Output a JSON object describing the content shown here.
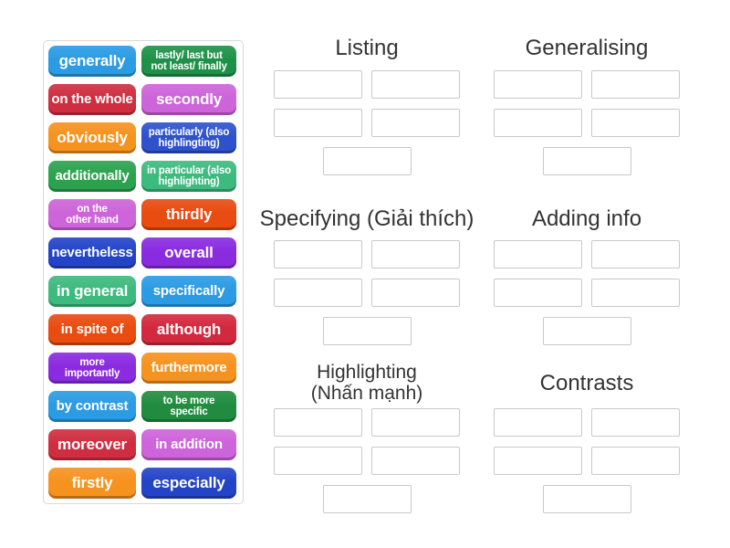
{
  "page": {
    "background": "#ffffff",
    "header_text_color": "#333333",
    "slot_border_color": "#c9c9c9",
    "panel_border_color": "#d8d8d8"
  },
  "tile_panel": {
    "tiles": [
      {
        "label": "generally",
        "color": "#2B9BE3"
      },
      {
        "label": "lastly/ last but\nnot least/ finally",
        "color": "#1E9148"
      },
      {
        "label": "on the whole",
        "color": "#CF2E40"
      },
      {
        "label": "secondly",
        "color": "#CD64D9"
      },
      {
        "label": "obviously",
        "color": "#F6921E"
      },
      {
        "label": "particularly (also\nhighlingting)",
        "color": "#2E52CC"
      },
      {
        "label": "additionally",
        "color": "#2BA24E"
      },
      {
        "label": "in particular (also\nhighlighting)",
        "color": "#3DBA7E"
      },
      {
        "label": "on the\nother hand",
        "color": "#CD64D9"
      },
      {
        "label": "thirdly",
        "color": "#E94B10"
      },
      {
        "label": "nevertheless",
        "color": "#2444C8"
      },
      {
        "label": "overall",
        "color": "#8A2BE0"
      },
      {
        "label": "in general",
        "color": "#3DBA7E"
      },
      {
        "label": "specifically",
        "color": "#2B9BE3"
      },
      {
        "label": "in spite of",
        "color": "#E94B10"
      },
      {
        "label": "although",
        "color": "#D2293E"
      },
      {
        "label": "more\nimportantly",
        "color": "#8A2BE0"
      },
      {
        "label": "furthermore",
        "color": "#F6921E"
      },
      {
        "label": "by contrast",
        "color": "#2B9BE3"
      },
      {
        "label": "to be more\nspecific",
        "color": "#218C3F"
      },
      {
        "label": "moreover",
        "color": "#CF2E40"
      },
      {
        "label": "in addition",
        "color": "#CD64D9"
      },
      {
        "label": "firstly",
        "color": "#F6921E"
      },
      {
        "label": "especially",
        "color": "#2444C8"
      }
    ]
  },
  "groups": [
    {
      "id": "listing",
      "title": "Listing",
      "slots": 5
    },
    {
      "id": "generalising",
      "title": "Generalising",
      "slots": 5
    },
    {
      "id": "specifying",
      "title": "Specifying (Giải thích)",
      "slots": 5
    },
    {
      "id": "adding-info",
      "title": "Adding info",
      "slots": 5
    },
    {
      "id": "highlighting",
      "title": "Highlighting\n(Nhấn mạnh)",
      "slots": 5
    },
    {
      "id": "contrasts",
      "title": "Contrasts",
      "slots": 5
    }
  ]
}
